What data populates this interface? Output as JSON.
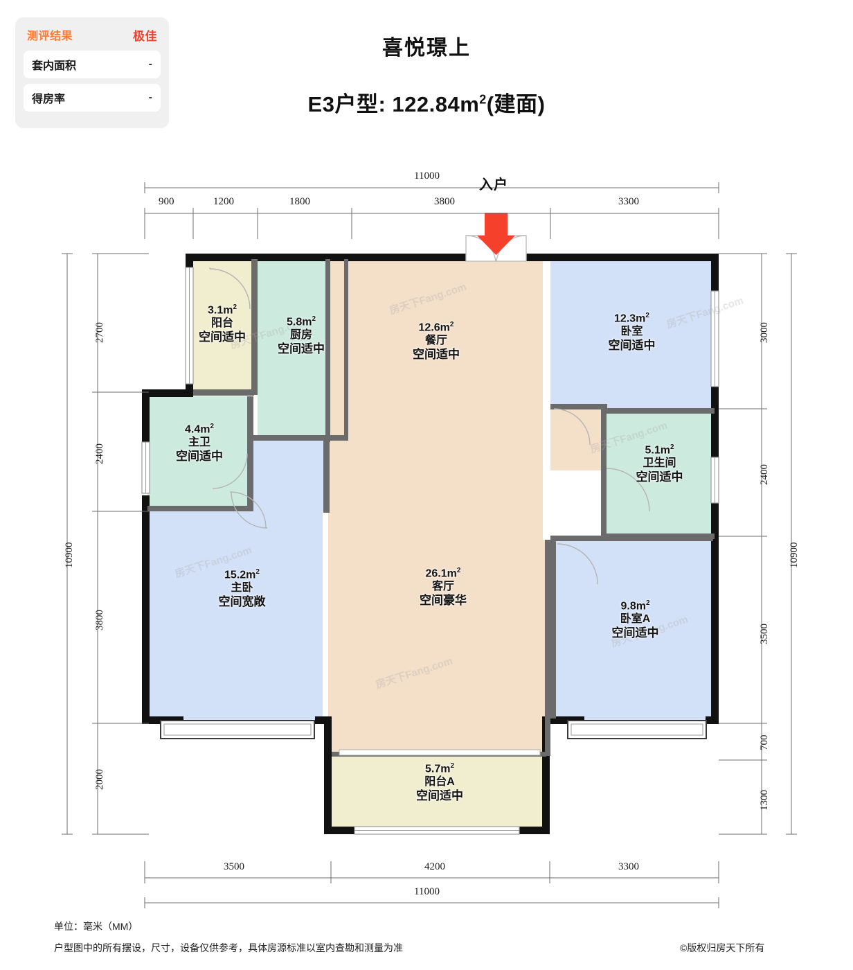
{
  "eval_card": {
    "header_label": "测评结果",
    "header_value": "极佳",
    "rows": [
      {
        "key": "套内面积",
        "value": "-"
      },
      {
        "key": "得房率",
        "value": "-"
      }
    ],
    "accent_label_color": "#ff7a33",
    "accent_value_color": "#f5402c"
  },
  "header": {
    "project_title": "喜悦璟上",
    "unit_title_prefix": "E3户型: 122.84m",
    "unit_title_sup": "2",
    "unit_title_suffix": "(建面)"
  },
  "entry": {
    "label": "入户",
    "arrow_color": "#f5402c"
  },
  "rooms": [
    {
      "id": "balcony",
      "area": "3.1m",
      "sup": "2",
      "name": "阳台",
      "rate": "空间适中",
      "fill": "#f1eecf"
    },
    {
      "id": "kitchen",
      "area": "5.8m",
      "sup": "2",
      "name": "厨房",
      "rate": "空间适中",
      "fill": "#cdeadf"
    },
    {
      "id": "dining",
      "area": "12.6m",
      "sup": "2",
      "name": "餐厅",
      "rate": "空间适中",
      "fill": "#f4dfc9"
    },
    {
      "id": "bedroom",
      "area": "12.3m",
      "sup": "2",
      "name": "卧室",
      "rate": "空间适中",
      "fill": "#d3e1f8"
    },
    {
      "id": "masterbath",
      "area": "4.4m",
      "sup": "2",
      "name": "主卫",
      "rate": "空间适中",
      "fill": "#cdeadf"
    },
    {
      "id": "bathroom",
      "area": "5.1m",
      "sup": "2",
      "name": "卫生间",
      "rate": "空间适中",
      "fill": "#cdeadf"
    },
    {
      "id": "masterbed",
      "area": "15.2m",
      "sup": "2",
      "name": "主卧",
      "rate": "空间宽敞",
      "fill": "#d3e1f8"
    },
    {
      "id": "living",
      "area": "26.1m",
      "sup": "2",
      "name": "客厅",
      "rate": "空间豪华",
      "fill": "#f4dfc9"
    },
    {
      "id": "bedroomA",
      "area": "9.8m",
      "sup": "2",
      "name": "卧室A",
      "rate": "空间适中",
      "fill": "#d3e1f8"
    },
    {
      "id": "balconyA",
      "area": "5.7m",
      "sup": "2",
      "name": "阳台A",
      "rate": "空间适中",
      "fill": "#f1eecf"
    }
  ],
  "dimensions": {
    "top_total": "11000",
    "top_segments": [
      "900",
      "1200",
      "1800",
      "3800",
      "3300"
    ],
    "left_total": "10900",
    "left_segments": [
      "2700",
      "2400",
      "3800",
      "2000"
    ],
    "right_total": "10900",
    "right_segments": [
      "3000",
      "2400",
      "3500",
      "700",
      "1300"
    ],
    "bottom_total": "11000",
    "bottom_segments": [
      "3500",
      "4200",
      "3300"
    ]
  },
  "footer": {
    "unit": "单位：毫米（MM）",
    "note": "户型图中的所有摆设，尺寸，设备仅供参考，具体房源标准以室内查勘和测量为准",
    "copyright": "©版权归房天下所有"
  },
  "watermark": "房天下Fang.com"
}
